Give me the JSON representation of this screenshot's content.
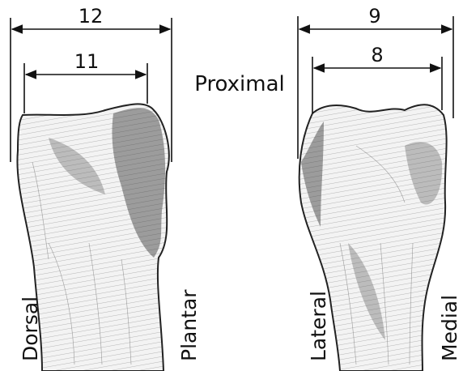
{
  "diagram": {
    "label_proximal": "Proximal",
    "left_view": {
      "dim_outer": "12",
      "dim_inner": "11",
      "side_left": "Dorsal",
      "side_right": "Plantar"
    },
    "right_view": {
      "dim_outer": "9",
      "dim_inner": "8",
      "side_left": "Lateral",
      "side_right": "Medial"
    }
  }
}
